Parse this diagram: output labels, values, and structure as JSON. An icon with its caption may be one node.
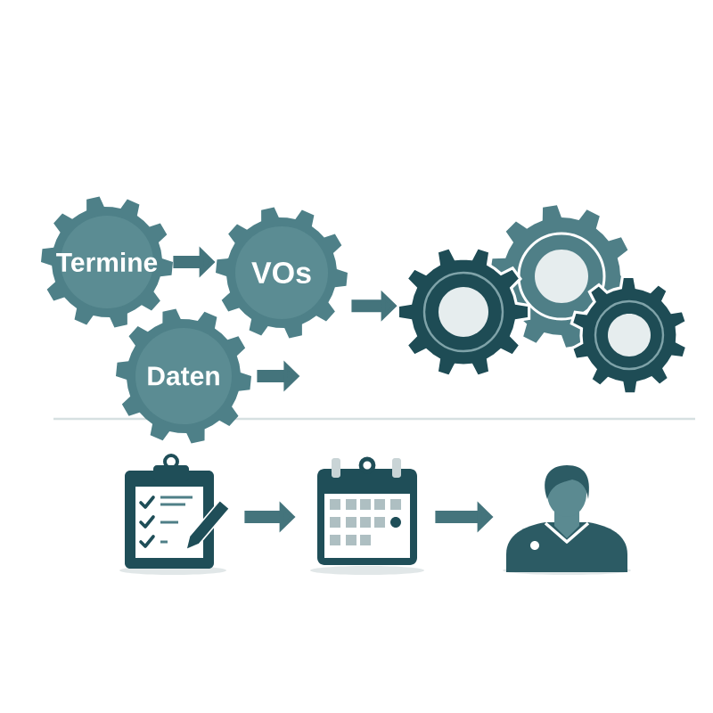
{
  "diagram": {
    "nodes": [
      {
        "text": [
          "Termine"
        ]
      },
      {
        "text": [
          "VOs"
        ]
      },
      {
        "text": [
          "Daten"
        ]
      },
      {
        "text": [],
        "shape": "gears"
      },
      {
        "text": [],
        "shape": "clipboard"
      },
      {
        "text": [],
        "shape": "calendar"
      },
      {
        "text": [],
        "shape": "person"
      }
    ],
    "edges": [
      {
        "from": 0,
        "to": 1,
        "arrow": "to"
      },
      {
        "from": 1,
        "to": 3,
        "arrow": "to"
      },
      {
        "from": 2,
        "to": null,
        "arrow": "to"
      },
      {
        "from": 4,
        "to": 5,
        "arrow": "to"
      },
      {
        "from": 5,
        "to": 6,
        "arrow": "to"
      }
    ]
  }
}
